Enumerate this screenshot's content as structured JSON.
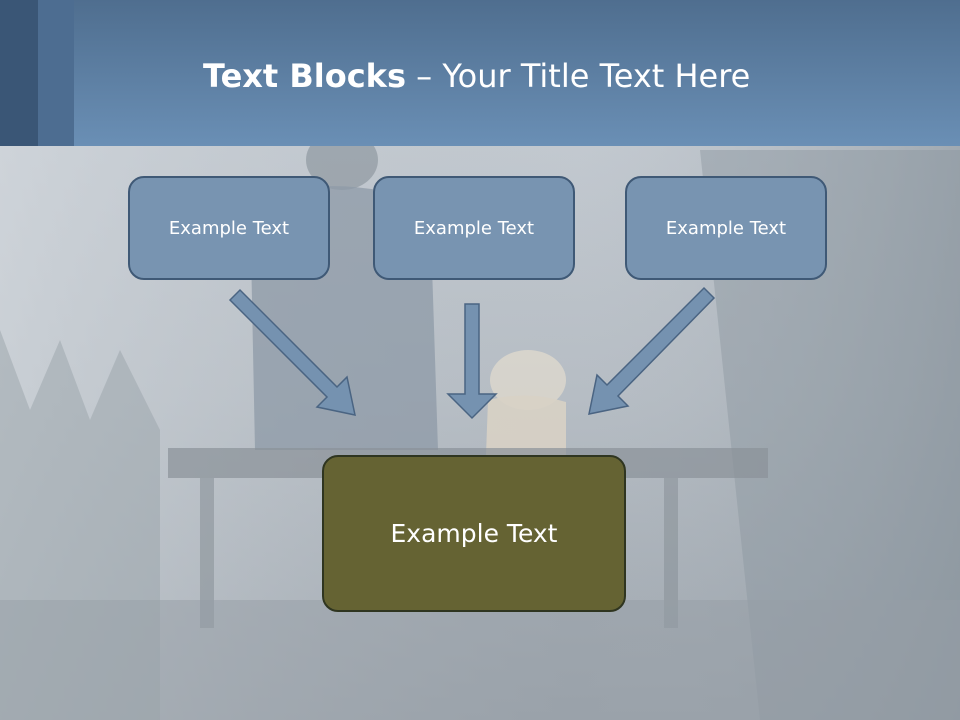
{
  "header": {
    "title_bold": "Text Blocks",
    "title_rest": " – Your Title Text Here"
  },
  "diagram": {
    "top_boxes": [
      {
        "label": "Example Text"
      },
      {
        "label": "Example Text"
      },
      {
        "label": "Example Text"
      }
    ],
    "bottom_box": {
      "label": "Example Text"
    }
  },
  "colors": {
    "header": "#6a8fb5",
    "top_box_fill": "#7894b1",
    "bottom_box_fill": "#656333",
    "arrow_fill": "#7592b0"
  }
}
